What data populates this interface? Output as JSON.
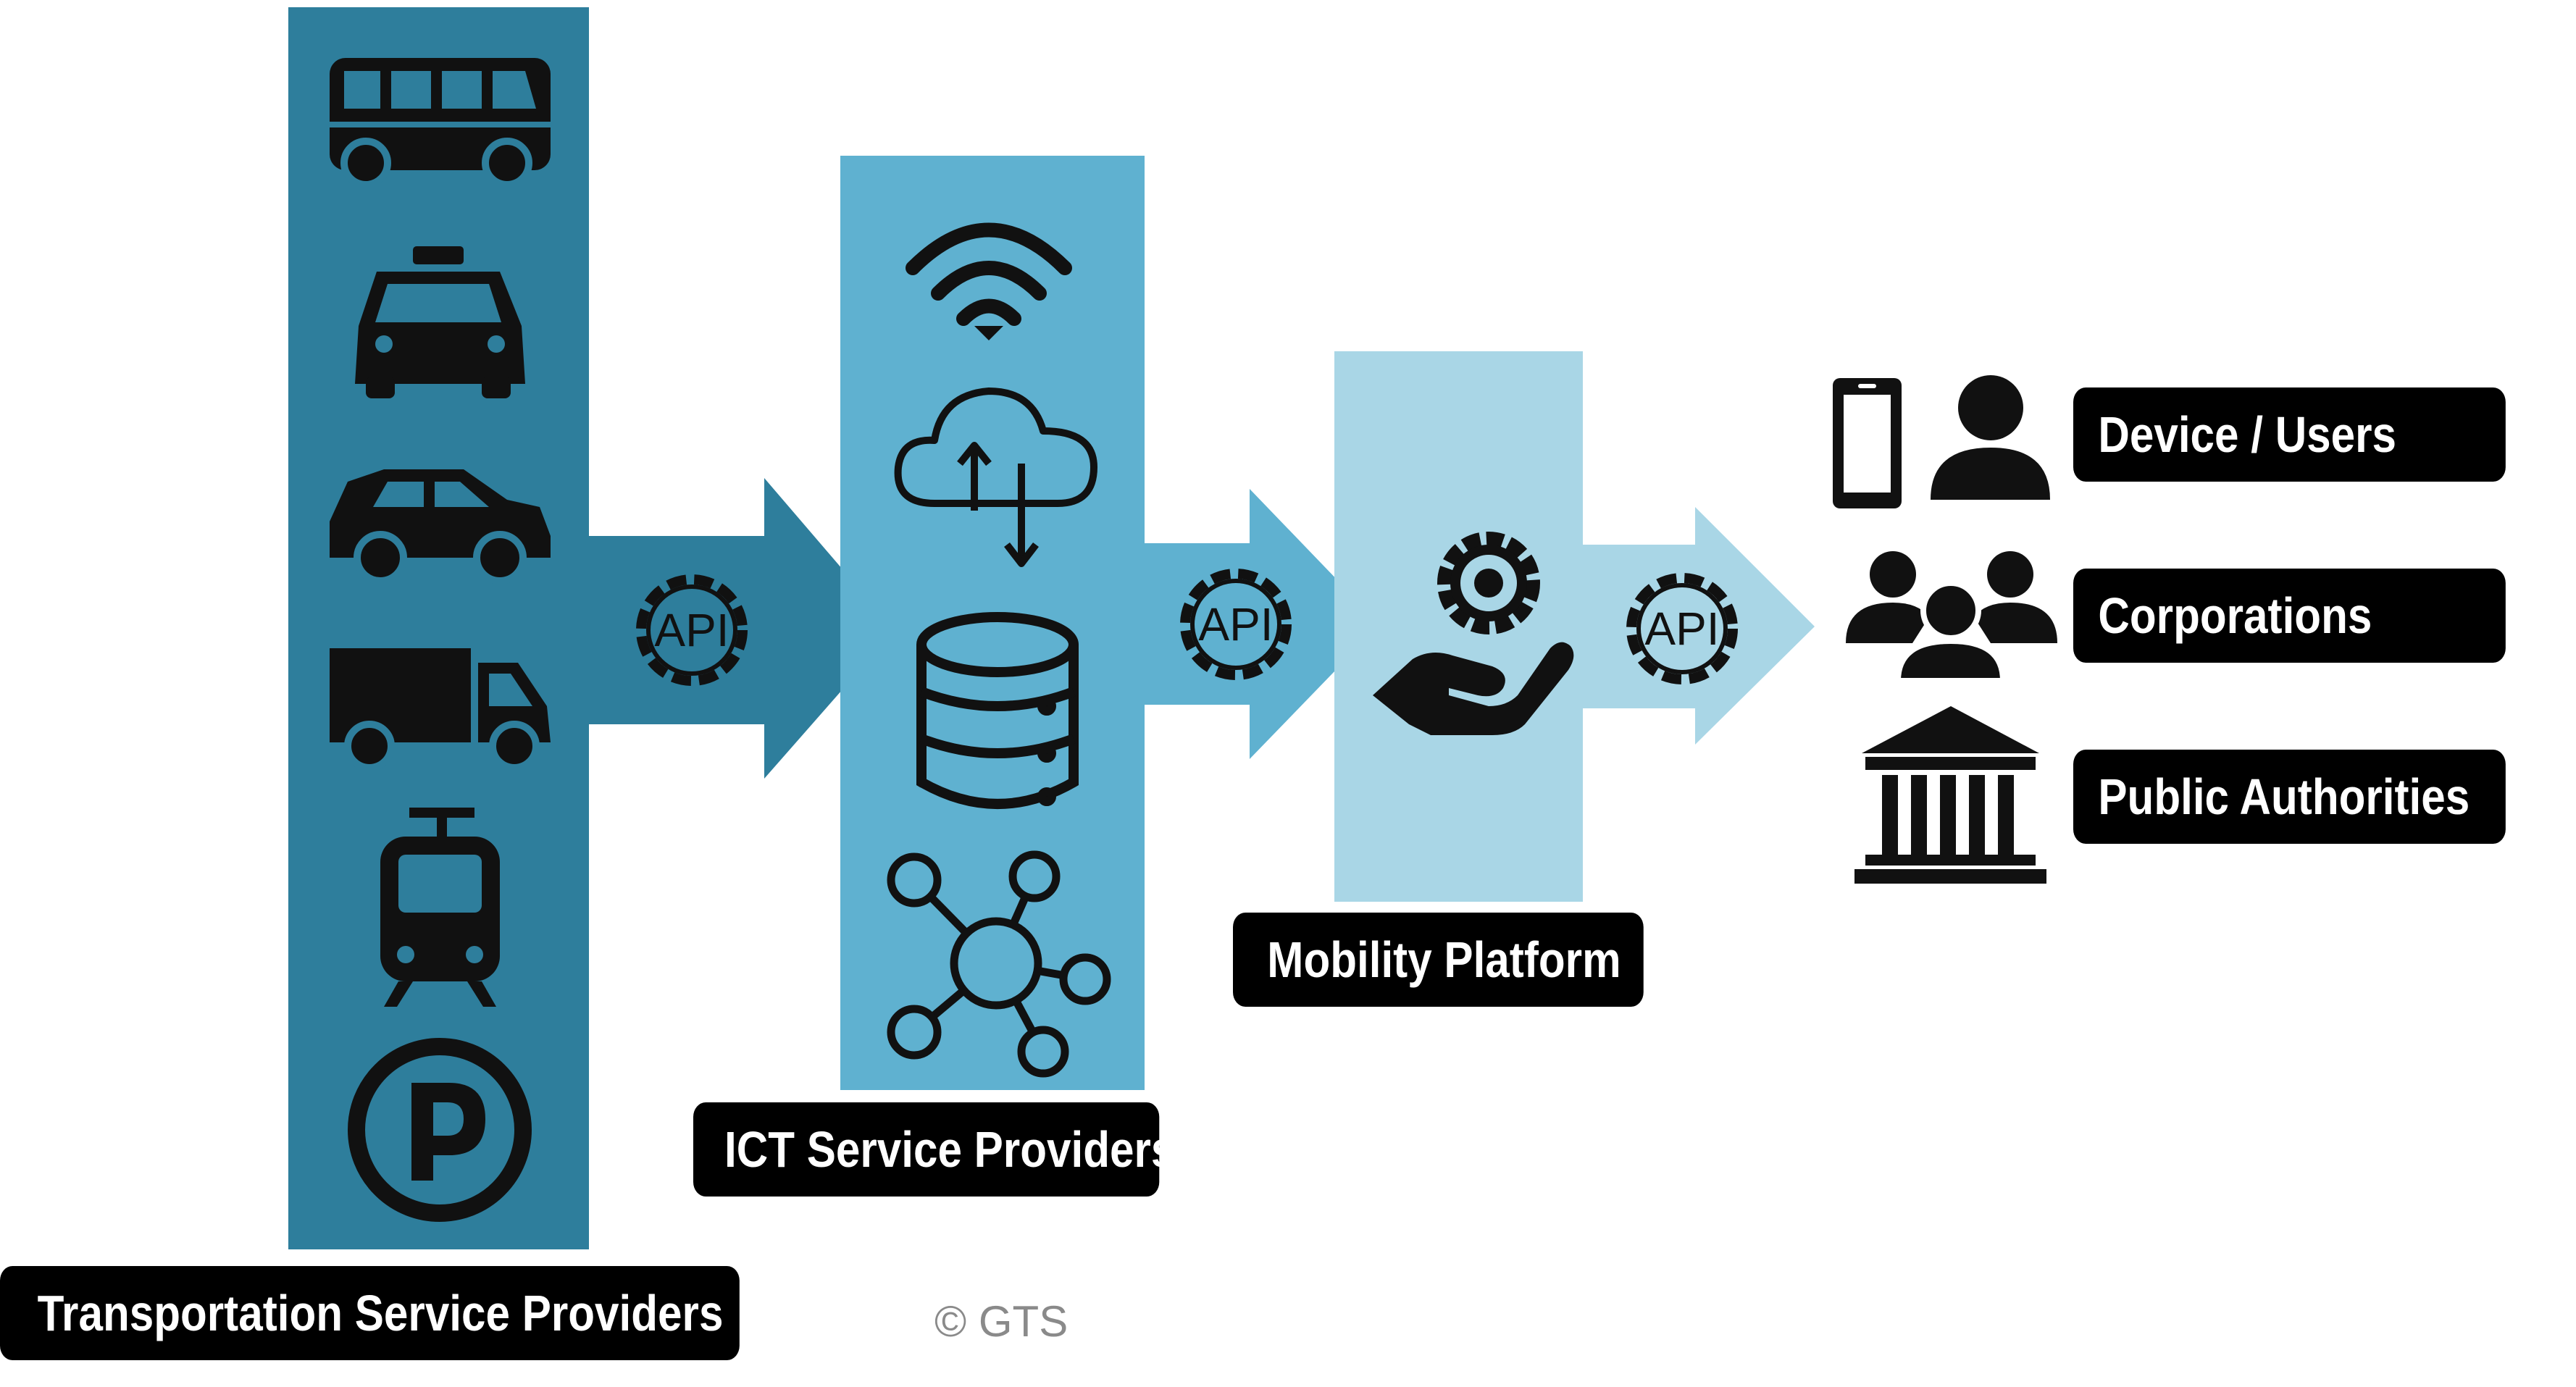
{
  "colors": {
    "transport": "#2e7e9c",
    "ict": "#5fb1d0",
    "platform": "#a9d6e6",
    "label_bg": "#000000",
    "label_text": "#ffffff",
    "icon": "#111111"
  },
  "columns": {
    "transport": {
      "label": "Transportation Service Providers",
      "icons": [
        "bus-icon",
        "taxi-icon",
        "car-icon",
        "truck-icon",
        "tram-icon",
        "parking-icon"
      ]
    },
    "ict": {
      "label": "ICT Service Providers",
      "icons": [
        "wifi-icon",
        "cloud-sync-icon",
        "database-icon",
        "network-hub-icon"
      ]
    },
    "platform": {
      "label": "Mobility Platform",
      "icons": [
        "hand-gear-icon"
      ]
    }
  },
  "api_badges": [
    "API",
    "API",
    "API"
  ],
  "consumers": [
    {
      "label": "Device / Users",
      "icons": [
        "smartphone-icon",
        "user-icon"
      ]
    },
    {
      "label": "Corporations",
      "icons": [
        "group-icon"
      ]
    },
    {
      "label": "Public Authorities",
      "icons": [
        "government-building-icon"
      ]
    }
  ],
  "copyright": "© GTS"
}
